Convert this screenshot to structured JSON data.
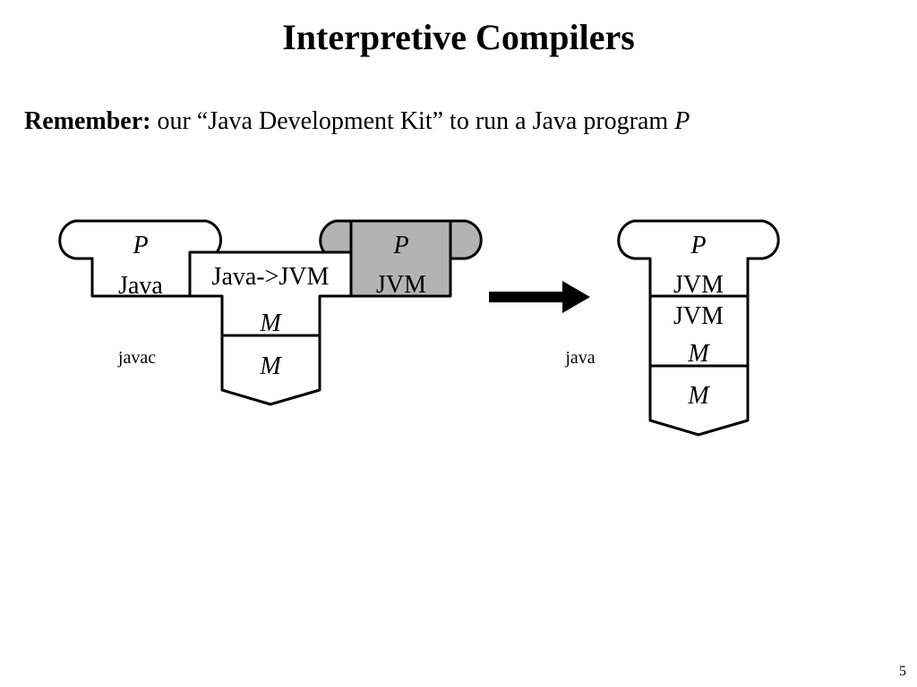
{
  "slide": {
    "title": "Interpretive Compilers",
    "subtitle_lead": "Remember:",
    "subtitle_text": " our “Java Development Kit” to run a Java program ",
    "subtitle_var": "P",
    "page_number": "5"
  },
  "diagram": {
    "left": {
      "source_program": {
        "name": "P",
        "language": "Java"
      },
      "compiler": {
        "label": "Java->JVM",
        "impl_language": "M"
      },
      "compiler_machine": "M",
      "output_program": {
        "name": "P",
        "language": "JVM"
      },
      "caption": "javac"
    },
    "right": {
      "program": {
        "name": "P",
        "language": "JVM"
      },
      "interpreter": {
        "label": "JVM",
        "impl_language": "M"
      },
      "machine": "M",
      "caption": "java"
    },
    "colors": {
      "stroke": "#000000",
      "output_fill": "#b3b3b3",
      "background": "#ffffff"
    }
  }
}
